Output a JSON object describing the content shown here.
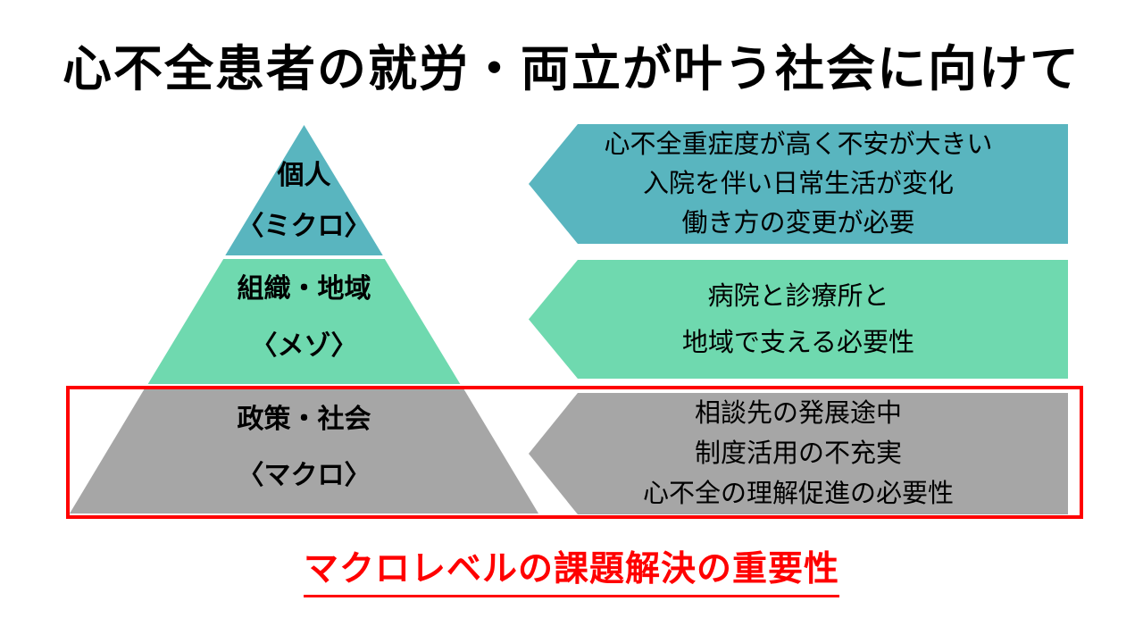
{
  "title": "心不全患者の就労・両立が叶う社会に向けて",
  "pyramid": {
    "levels": [
      {
        "name": "個人",
        "scope": "〈ミクロ〉",
        "color": "#59B5BF"
      },
      {
        "name": "組織・地域",
        "scope": "〈メゾ〉",
        "color": "#6FD9AF"
      },
      {
        "name": "政策・社会",
        "scope": "〈マクロ〉",
        "color": "#A6A6A6"
      }
    ]
  },
  "arrows": [
    {
      "color": "#59B5BF",
      "lines": [
        "心不全重症度が高く不安が大きい",
        "入院を伴い日常生活が変化",
        "働き方の変更が必要"
      ]
    },
    {
      "color": "#6FD9AF",
      "lines": [
        "病院と診療所と",
        "地域で支える必要性"
      ]
    },
    {
      "color": "#A6A6A6",
      "lines": [
        "相談先の発展途中",
        "制度活用の不充実",
        "心不全の理解促進の必要性"
      ]
    }
  ],
  "highlight": {
    "color": "#FF0000"
  },
  "footer": {
    "text": "マクロレベルの課題解決の重要性",
    "color": "#FF0000"
  }
}
